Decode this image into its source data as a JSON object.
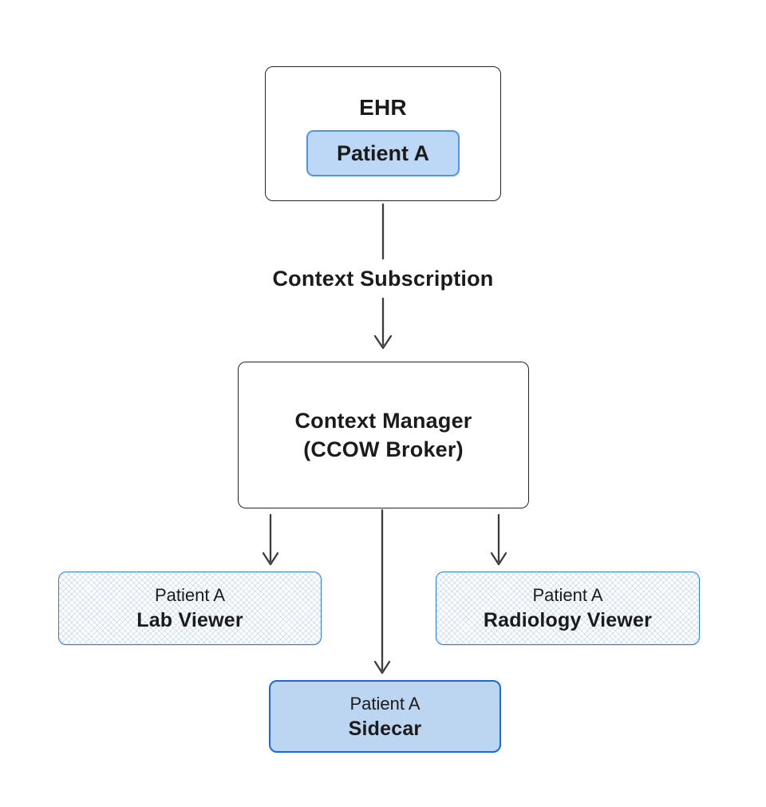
{
  "nodes": {
    "ehr": {
      "title": "EHR",
      "chip_label": "Patient A"
    },
    "context_manager": {
      "line1": "Context Manager",
      "line2": "(CCOW Broker)"
    },
    "lab_viewer": {
      "patient": "Patient A",
      "name": "Lab Viewer"
    },
    "radiology_viewer": {
      "patient": "Patient A",
      "name": "Radiology Viewer"
    },
    "sidecar": {
      "patient": "Patient A",
      "name": "Sidecar"
    }
  },
  "edges": {
    "subscription_label": "Context Subscription"
  },
  "colors": {
    "accent_blue": "#2e7de5",
    "chip_fill": "#bdd8f6",
    "chip_border": "#4b96e8",
    "sidecar_fill": "#bcd6f2",
    "sidecar_border": "#1b6bd3",
    "box_border_dark": "#242424",
    "arrow": "#3c3c3c",
    "text": "#1b1b1b"
  }
}
